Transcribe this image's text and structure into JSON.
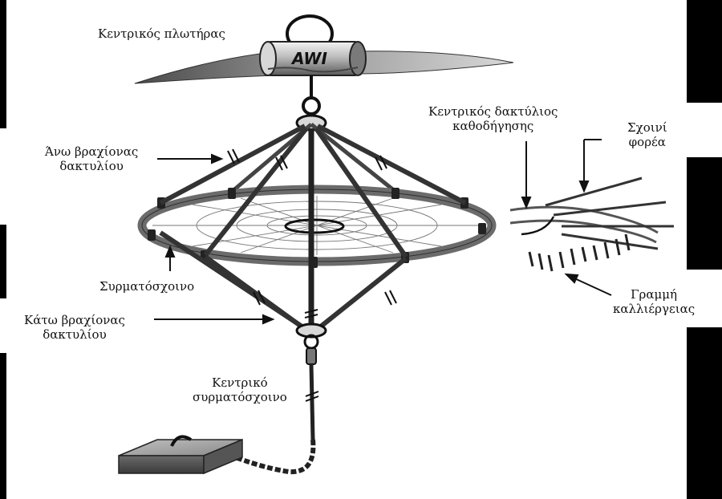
{
  "labels": {
    "central_float": "Κεντρικός πλωτήρας",
    "float_brand": "AWI",
    "upper_arm": [
      "Άνω βραχίονας",
      "δακτυλίου"
    ],
    "wire_rope": "Συρματόσχοινο",
    "lower_arm": [
      "Κάτω βραχίονας",
      "δακτυλίου"
    ],
    "central_wire": [
      "Κεντρικό",
      "συρματόσχοινο"
    ],
    "guide_ring": [
      "Κεντρικός δακτύλιος",
      "καθοδήγησης"
    ],
    "carrier_rope": [
      "Σχοινί",
      "φορέα"
    ],
    "culture_line": [
      "Γραμμή",
      "καλλιέργειας"
    ]
  },
  "colors": {
    "background": "#000000",
    "panel": "#ffffff",
    "ring": "#6b6b6b",
    "line": "#111111",
    "metal": "#9a9a9a"
  }
}
